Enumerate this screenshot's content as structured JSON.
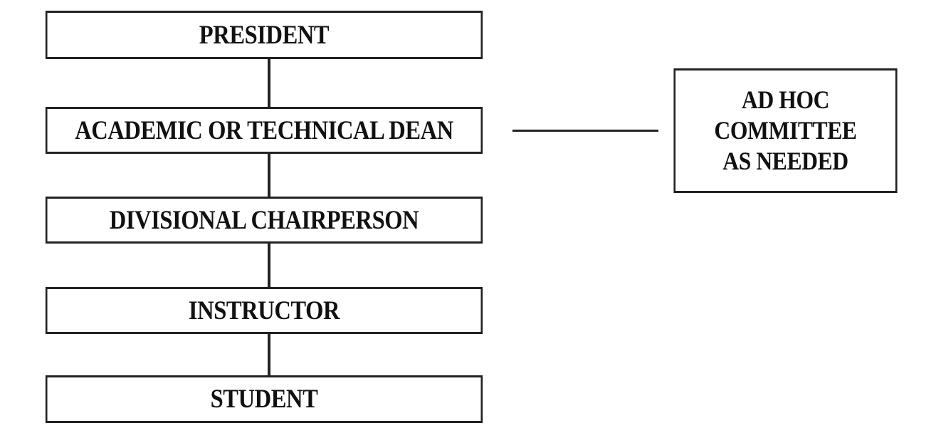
{
  "diagram": {
    "type": "organization-chart",
    "line_color": "#222222",
    "chain": [
      {
        "label": "PRESIDENT"
      },
      {
        "label": "ACADEMIC OR TECHNICAL DEAN"
      },
      {
        "label": "DIVISIONAL CHAIRPERSON"
      },
      {
        "label": "INSTRUCTOR"
      },
      {
        "label": "STUDENT"
      }
    ],
    "side_box": {
      "lines": [
        "AD HOC",
        "COMMITTEE",
        "AS NEEDED"
      ],
      "connected_to": "ACADEMIC OR TECHNICAL DEAN"
    }
  }
}
